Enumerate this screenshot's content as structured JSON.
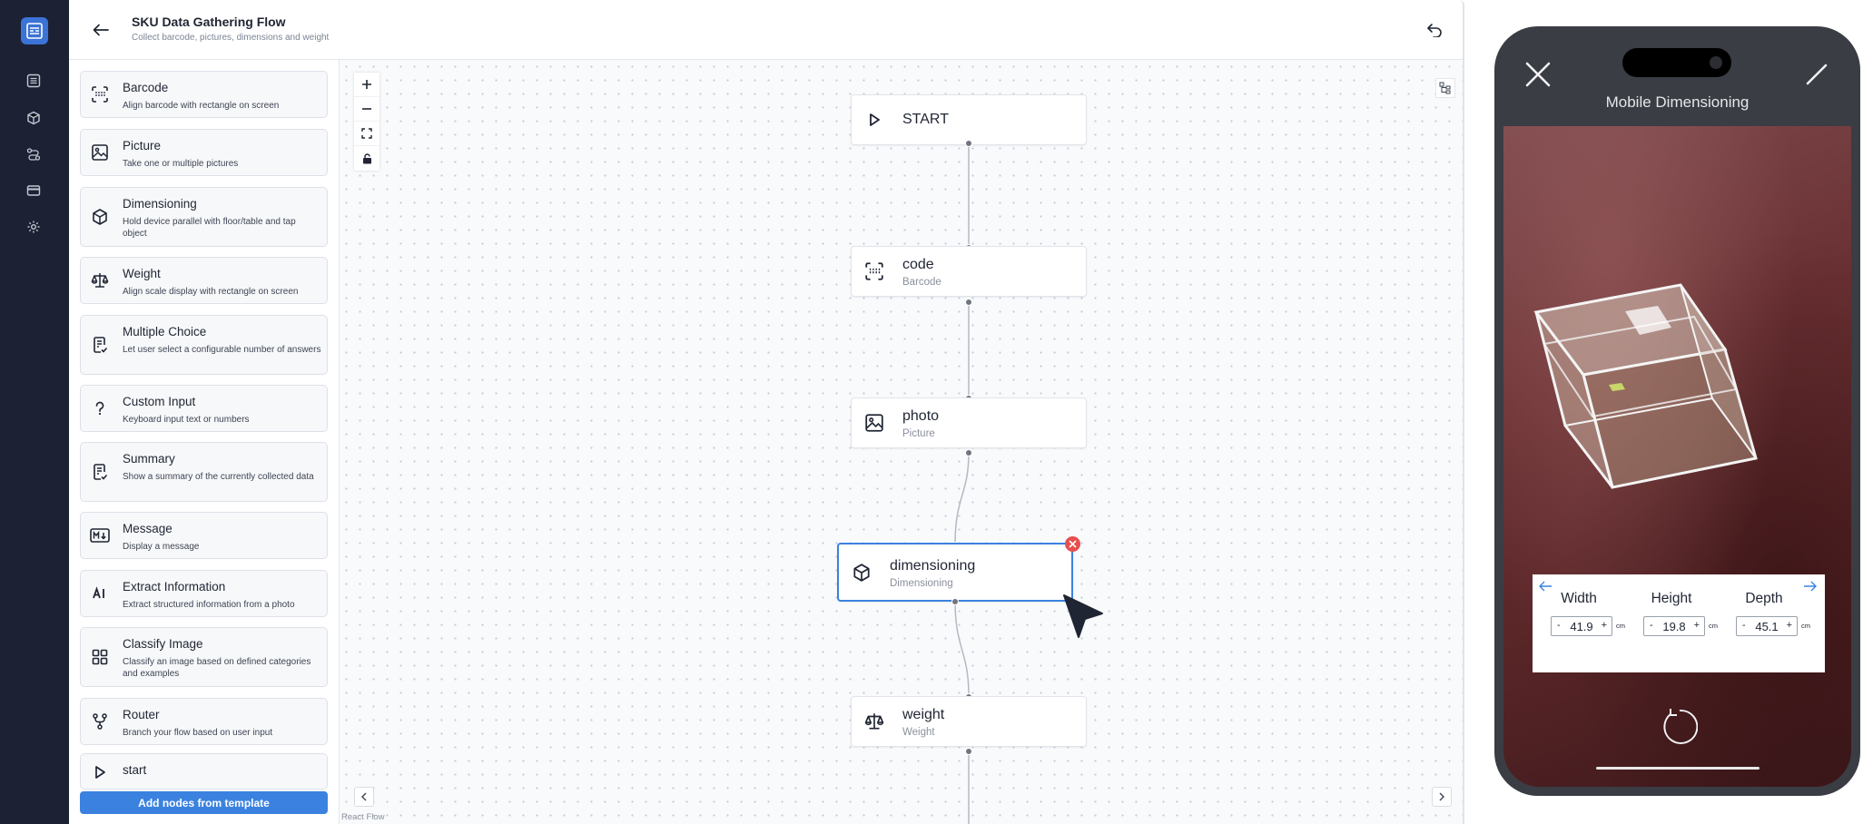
{
  "app": {
    "title": "SKU Data Gathering Flow",
    "subtitle": "Collect barcode, pictures, dimensions and weight"
  },
  "rail": {
    "icons": [
      "logo-icon",
      "list-icon",
      "cube-icon",
      "route-icon",
      "card-icon",
      "gear-icon"
    ]
  },
  "palette": {
    "items": [
      {
        "title": "Barcode",
        "desc": "Align barcode with rectangle on screen",
        "icon": "barcode-scan-icon"
      },
      {
        "title": "Picture",
        "desc": "Take one or multiple pictures",
        "icon": "image-icon"
      },
      {
        "title": "Dimensioning",
        "desc": "Hold device parallel with floor/table and tap object",
        "icon": "cube-icon"
      },
      {
        "title": "Weight",
        "desc": "Align scale display with rectangle on screen",
        "icon": "scale-icon"
      },
      {
        "title": "Multiple Choice",
        "desc": "Let user select a configurable number of answers",
        "icon": "checklist-icon"
      },
      {
        "title": "Custom Input",
        "desc": "Keyboard input text or numbers",
        "icon": "question-icon"
      },
      {
        "title": "Summary",
        "desc": "Show a summary of the currently collected data",
        "icon": "checklist-icon"
      },
      {
        "title": "Message",
        "desc": "Display a message",
        "icon": "markdown-icon"
      },
      {
        "title": "Extract Information",
        "desc": "Extract structured information from a photo",
        "icon": "ai-icon"
      },
      {
        "title": "Classify Image",
        "desc": "Classify an image based on defined categories and examples",
        "icon": "grid-icon"
      },
      {
        "title": "Router",
        "desc": "Branch your flow based on user input",
        "icon": "branch-icon"
      },
      {
        "title": "start",
        "desc": "",
        "icon": "play-icon"
      }
    ],
    "template_button": "Add nodes from template"
  },
  "canvas": {
    "attribution": "React Flow",
    "nodes": [
      {
        "title": "START",
        "subtitle": "",
        "icon": "play-icon"
      },
      {
        "title": "code",
        "subtitle": "Barcode",
        "icon": "barcode-scan-icon"
      },
      {
        "title": "photo",
        "subtitle": "Picture",
        "icon": "image-icon"
      },
      {
        "title": "dimensioning",
        "subtitle": "Dimensioning",
        "icon": "cube-icon",
        "selected": true
      },
      {
        "title": "weight",
        "subtitle": "Weight",
        "icon": "scale-icon"
      }
    ]
  },
  "phone": {
    "title": "Mobile Dimensioning",
    "dimensions": [
      {
        "label": "Width",
        "value": "41.9",
        "unit": "cm"
      },
      {
        "label": "Height",
        "value": "19.8",
        "unit": "cm"
      },
      {
        "label": "Depth",
        "value": "45.1",
        "unit": "cm"
      }
    ],
    "minus": "-",
    "plus": "+"
  },
  "colors": {
    "accent": "#3b82e0",
    "rail": "#1c2133",
    "delete": "#e55050"
  }
}
